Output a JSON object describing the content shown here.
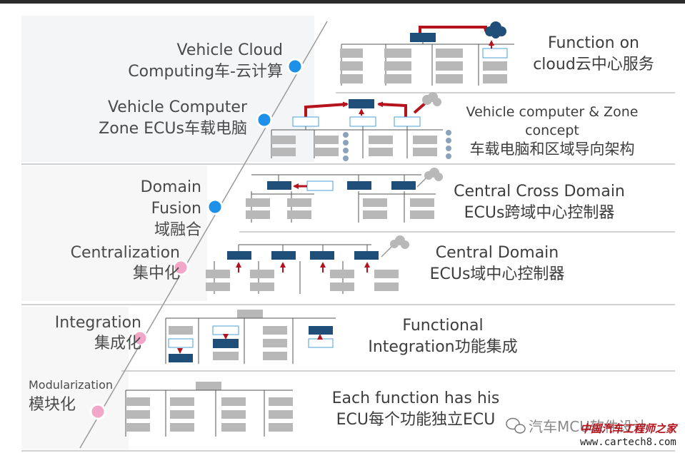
{
  "stages": [
    {
      "left_lines": [
        "Vehicle Cloud",
        "Computing车-云计算"
      ],
      "right_lines": [
        "Function on",
        "cloud云中心服务"
      ]
    },
    {
      "left_lines": [
        "Vehicle Computer",
        "Zone ECUs车载电脑"
      ],
      "right_lines": [
        "Vehicle computer & Zone",
        "concept",
        "车载电脑和区域导向架构"
      ]
    },
    {
      "left_lines": [
        "Domain",
        "Fusion",
        "域融合"
      ],
      "right_lines": [
        "Central Cross Domain",
        "ECUs跨域中心控制器"
      ]
    },
    {
      "left_lines": [
        "Centralization",
        "集中化"
      ],
      "right_lines": [
        "Central Domain",
        "ECUs域中心控制器"
      ]
    },
    {
      "left_lines": [
        "Integration",
        "集成化"
      ],
      "right_lines": [
        "Functional",
        "Integration功能集成"
      ]
    },
    {
      "left_lines": [
        "Modularization",
        "模块化"
      ],
      "right_lines": [
        "Each function has his",
        "ECU每个功能独立ECU"
      ]
    }
  ],
  "watermark": {
    "wechat": "汽车MCU软件设计",
    "site_name": "中国汽车工程师之家",
    "url": "www.cartech8.com"
  },
  "colors": {
    "accent_red": "#b5121b",
    "dark_blue": "#1f4e79",
    "ecu_gray": "#b8b8b8",
    "dot_blue": "#1e90e8",
    "dot_pink": "#f2a6c8",
    "line_gray": "#9a9a9a"
  },
  "icons": [
    "cloud-icon",
    "wechat-icon",
    "stage-dot-icon"
  ]
}
